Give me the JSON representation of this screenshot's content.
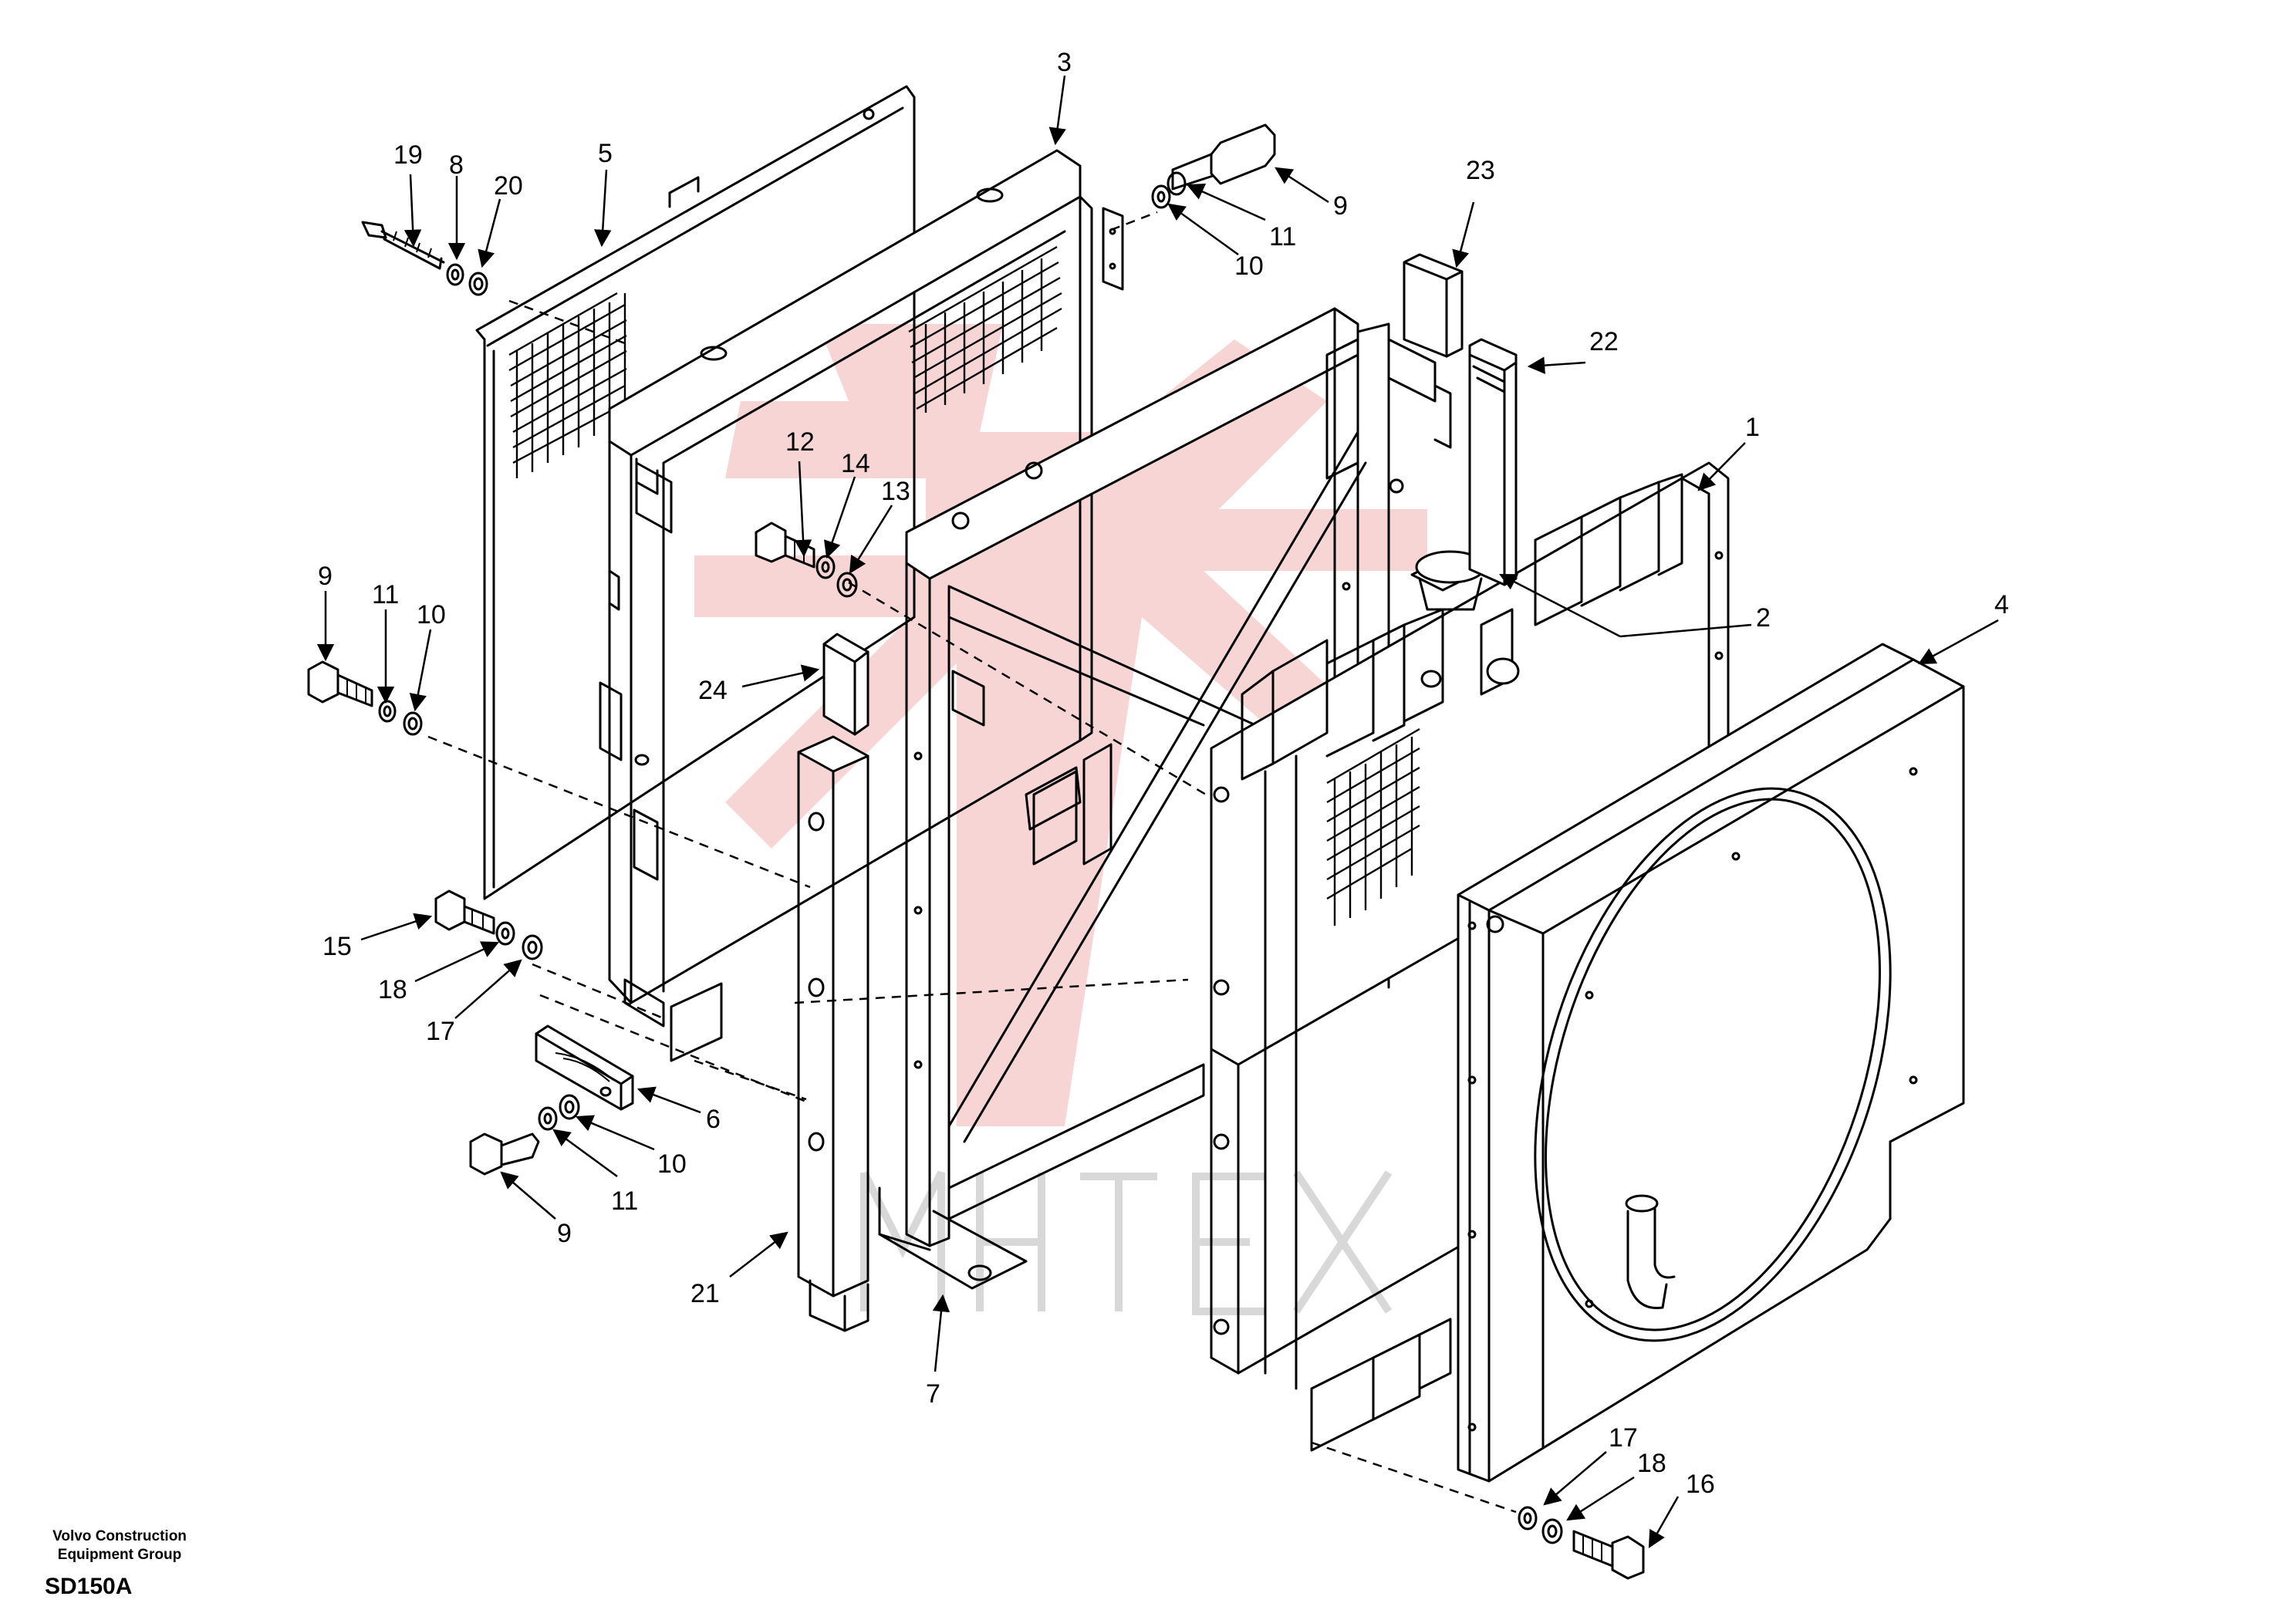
{
  "callouts": [
    {
      "id": "c19a",
      "text": "19"
    },
    {
      "id": "c8",
      "text": "8"
    },
    {
      "id": "c20",
      "text": "20"
    },
    {
      "id": "c5",
      "text": "5"
    },
    {
      "id": "c3",
      "text": "3"
    },
    {
      "id": "c9a",
      "text": "9"
    },
    {
      "id": "c11a",
      "text": "11"
    },
    {
      "id": "c10a",
      "text": "10"
    },
    {
      "id": "c23",
      "text": "23"
    },
    {
      "id": "c22",
      "text": "22"
    },
    {
      "id": "c1",
      "text": "1"
    },
    {
      "id": "c12",
      "text": "12"
    },
    {
      "id": "c14",
      "text": "14"
    },
    {
      "id": "c13",
      "text": "13"
    },
    {
      "id": "c2",
      "text": "2"
    },
    {
      "id": "c4",
      "text": "4"
    },
    {
      "id": "c9b",
      "text": "9"
    },
    {
      "id": "c11b",
      "text": "11"
    },
    {
      "id": "c10b",
      "text": "10"
    },
    {
      "id": "c24",
      "text": "24"
    },
    {
      "id": "c15",
      "text": "15"
    },
    {
      "id": "c18a",
      "text": "18"
    },
    {
      "id": "c17a",
      "text": "17"
    },
    {
      "id": "c6",
      "text": "6"
    },
    {
      "id": "c10c",
      "text": "10"
    },
    {
      "id": "c11c",
      "text": "11"
    },
    {
      "id": "c9c",
      "text": "9"
    },
    {
      "id": "c21",
      "text": "21"
    },
    {
      "id": "c7",
      "text": "7"
    },
    {
      "id": "c17b",
      "text": "17"
    },
    {
      "id": "c18b",
      "text": "18"
    },
    {
      "id": "c16",
      "text": "16"
    }
  ],
  "footer": {
    "company_line1": "Volvo Construction",
    "company_line2": "Equipment Group",
    "code": "SD150A"
  },
  "colors": {
    "line": "#000000",
    "watermark": "#f4c7c7"
  }
}
